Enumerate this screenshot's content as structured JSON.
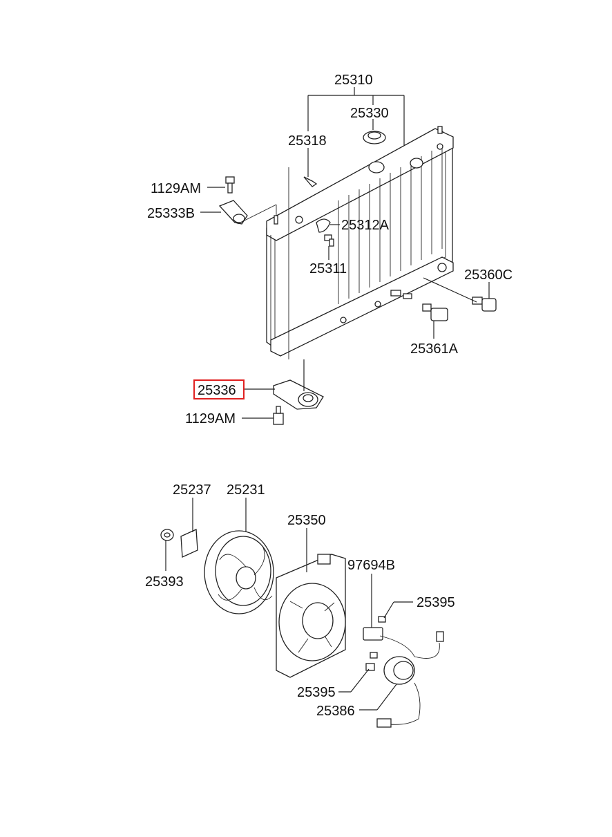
{
  "labels": {
    "p25310": "25310",
    "p25330": "25330",
    "p25318": "25318",
    "p1129AM_top": "1129AM",
    "p25333B": "25333B",
    "p25312A": "25312A",
    "p25311": "25311",
    "p25360C": "25360C",
    "p25361A": "25361A",
    "p25336": "25336",
    "p1129AM_bottom": "1129AM",
    "p25237": "25237",
    "p25231": "25231",
    "p25350": "25350",
    "p25393": "25393",
    "p97694B": "97694B",
    "p25395_top": "25395",
    "p25395_bottom": "25395",
    "p25386": "25386"
  },
  "highlight": {
    "part": "25336",
    "color": "#e02020"
  }
}
